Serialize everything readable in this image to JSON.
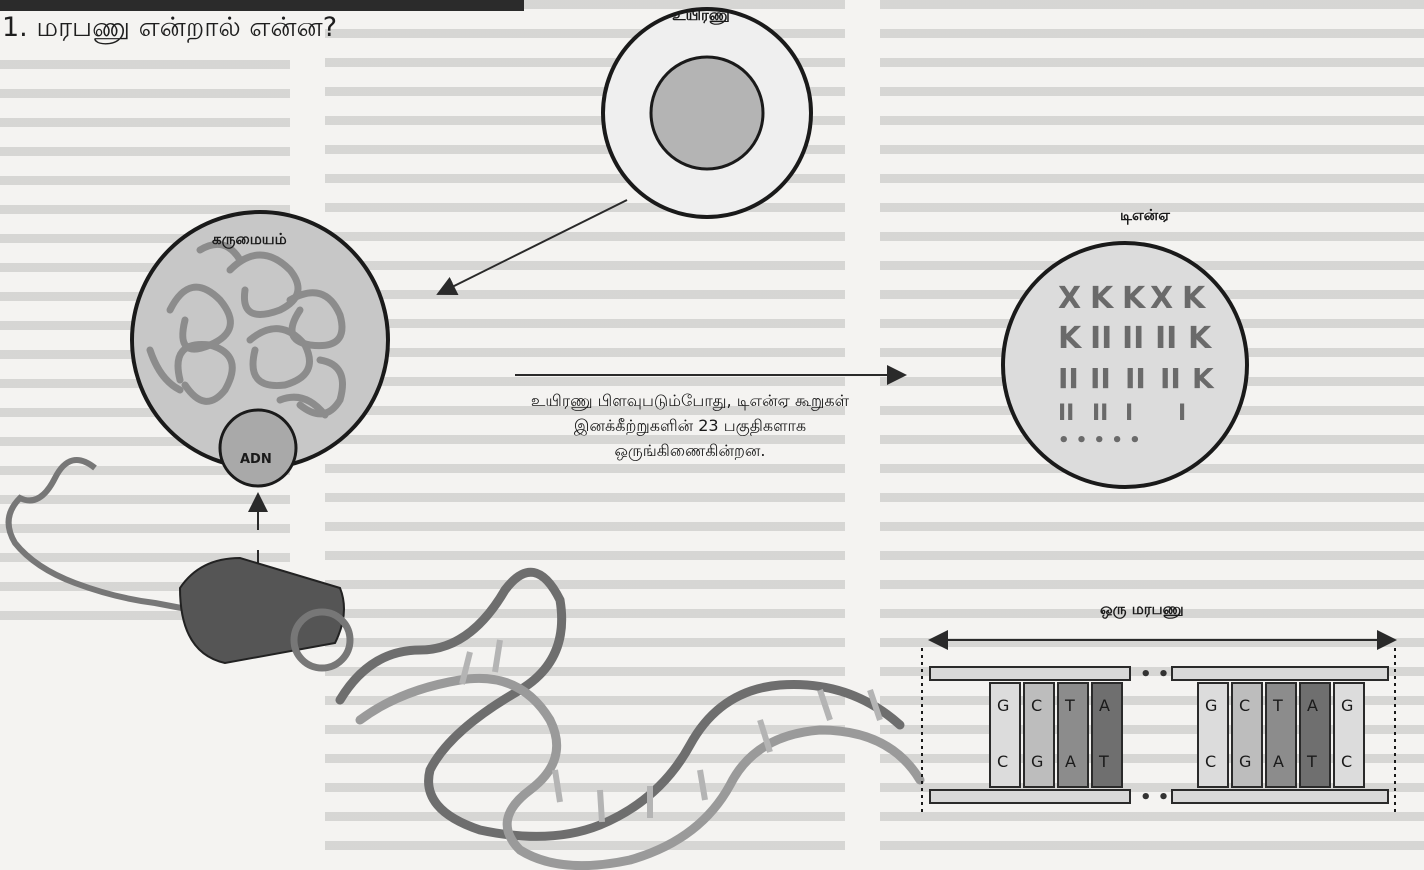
{
  "title": "1. மரபணு என்றால் என்ன?",
  "labels": {
    "cell": "உயிரணு",
    "nucleus": "கருமையம்",
    "chromosomes": "டிஎன்ஏ",
    "gene": "ஒரு மரபணு",
    "adn": "ADN"
  },
  "caption": "உயிரணு பிளவுபடும்போது, டிஎன்ஏ கூறுகள் இனக்கீற்றுகளின் 23 பகுதிகளாக ஒருங்கிணைகின்றன.",
  "gene_bases": {
    "left_top": [
      "G",
      "C",
      "T",
      "A"
    ],
    "left_bottom": [
      "C",
      "G",
      "A",
      "T"
    ],
    "right_top": [
      "G",
      "C",
      "T",
      "A",
      "G"
    ],
    "right_bottom": [
      "C",
      "G",
      "A",
      "T",
      "C"
    ]
  }
}
